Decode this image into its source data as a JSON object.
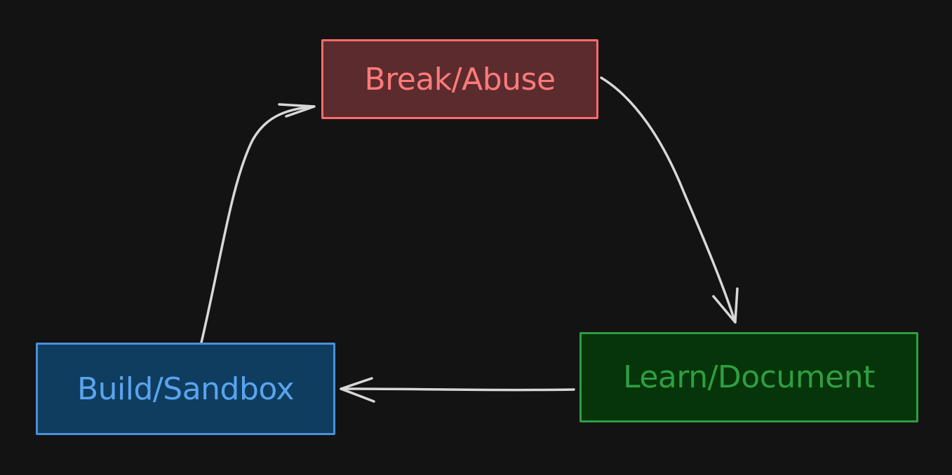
{
  "nodes": {
    "break": {
      "label": "Break/Abuse",
      "fill": "#5c2b2e",
      "stroke": "#ff6b6b",
      "text_color": "#ff7a7a"
    },
    "learn": {
      "label": "Learn/Document",
      "fill": "#053508",
      "stroke": "#2f9e44",
      "text_color": "#2f9e44"
    },
    "build": {
      "label": "Build/Sandbox",
      "fill": "#0f3d5f",
      "stroke": "#4a90d9",
      "text_color": "#5aa4ee"
    }
  },
  "edges": [
    {
      "from": "build",
      "to": "break"
    },
    {
      "from": "break",
      "to": "learn"
    },
    {
      "from": "learn",
      "to": "build"
    }
  ],
  "colors": {
    "background": "#131313",
    "arrow": "#d8d8d8"
  }
}
